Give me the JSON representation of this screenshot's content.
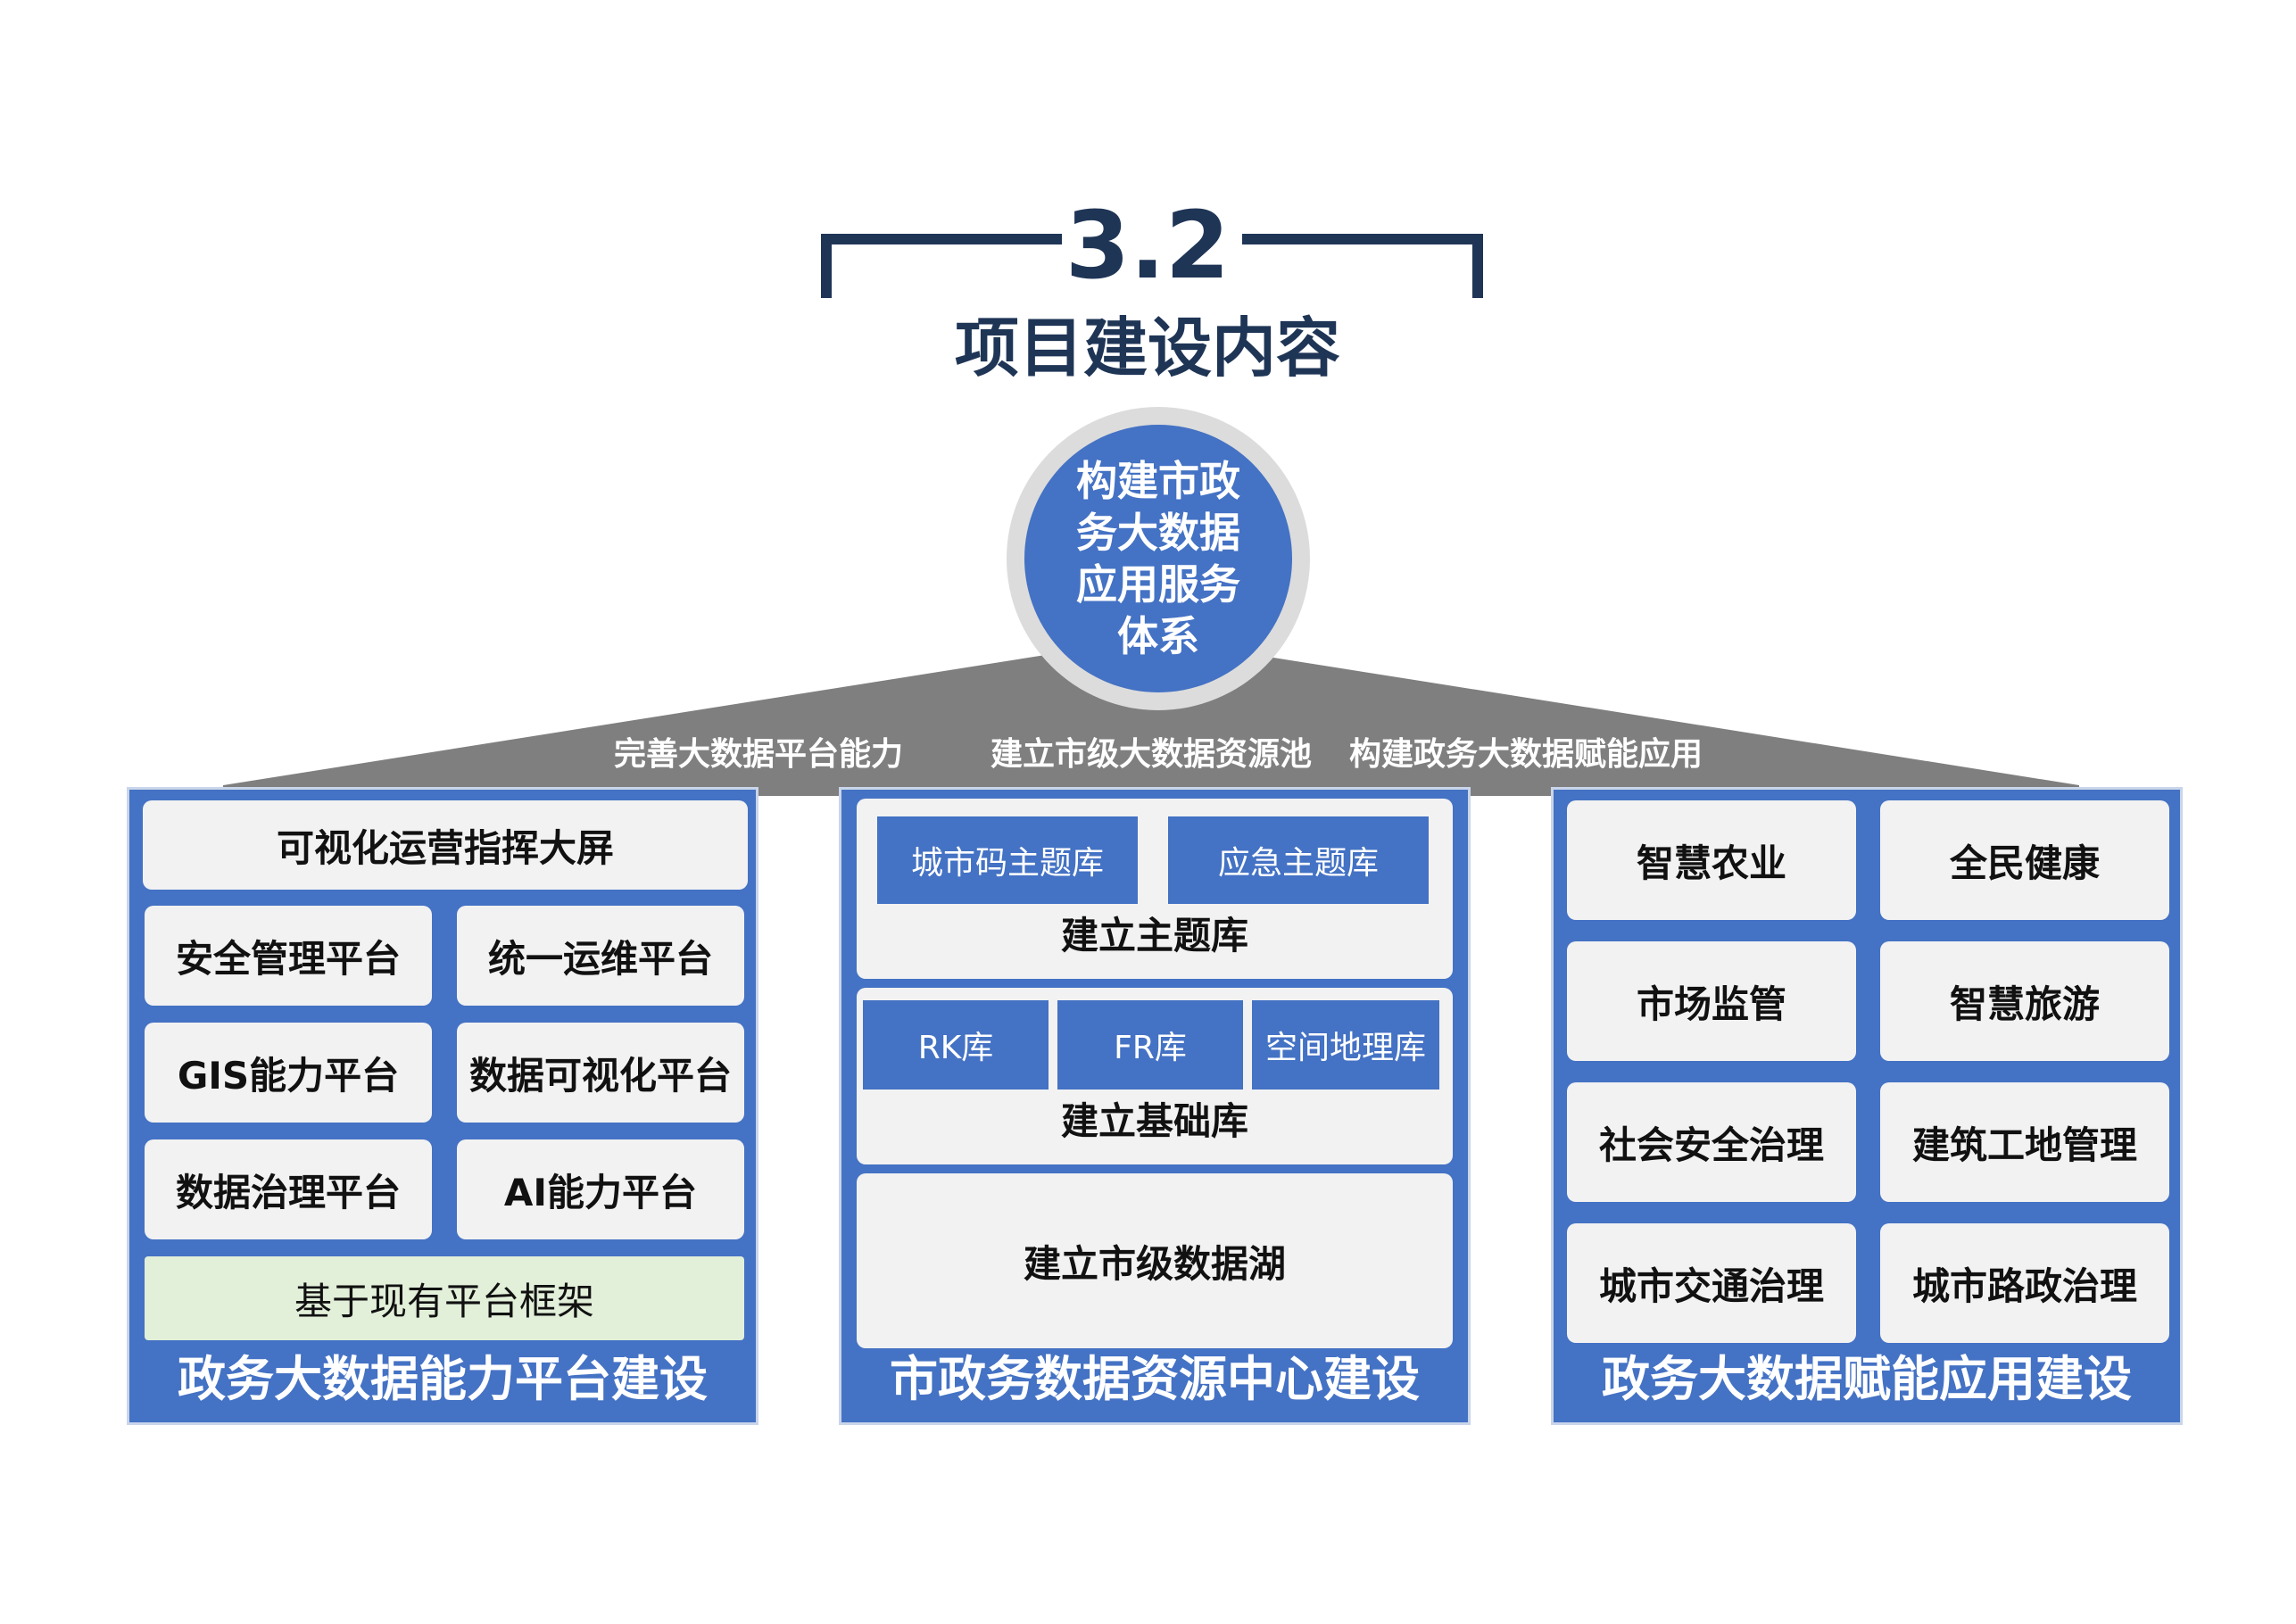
{
  "heading": {
    "number": "3.2",
    "title": "项目建设内容"
  },
  "center_circle": {
    "text": "构建市政务大数据应用服务体系"
  },
  "roof_labels": [
    "完善大数据平台能力",
    "建立市级大数据资源池",
    "构建政务大数据赋能应用"
  ],
  "left_panel": {
    "title": "政务大数据能力平台建设",
    "top": "可视化运营指挥大屏",
    "grid": [
      "安全管理平台",
      "统一运维平台",
      "GIS能力平台",
      "数据可视化平台",
      "数据治理平台",
      "AI能力平台"
    ],
    "foundation": "基于现有平台框架"
  },
  "middle_panel": {
    "title": "市政务数据资源中心建设",
    "theme_subs": [
      "城市码主题库",
      "应急主题库"
    ],
    "theme_label": "建立主题库",
    "base_subs": [
      "RK库",
      "FR库",
      "空间地理库"
    ],
    "base_label": "建立基础库",
    "lake": "建立市级数据湖"
  },
  "right_panel": {
    "title": "政务大数据赋能应用建设",
    "grid": [
      "智慧农业",
      "全民健康",
      "市场监管",
      "智慧旅游",
      "社会安全治理",
      "建筑工地管理",
      "城市交通治理",
      "城市路政治理"
    ]
  },
  "colors": {
    "navy": "#1f3556",
    "blue": "#4472c4",
    "gray_roof": "#7f7f7f",
    "card": "#f2f2f2",
    "green_card": "#e2efd9"
  }
}
